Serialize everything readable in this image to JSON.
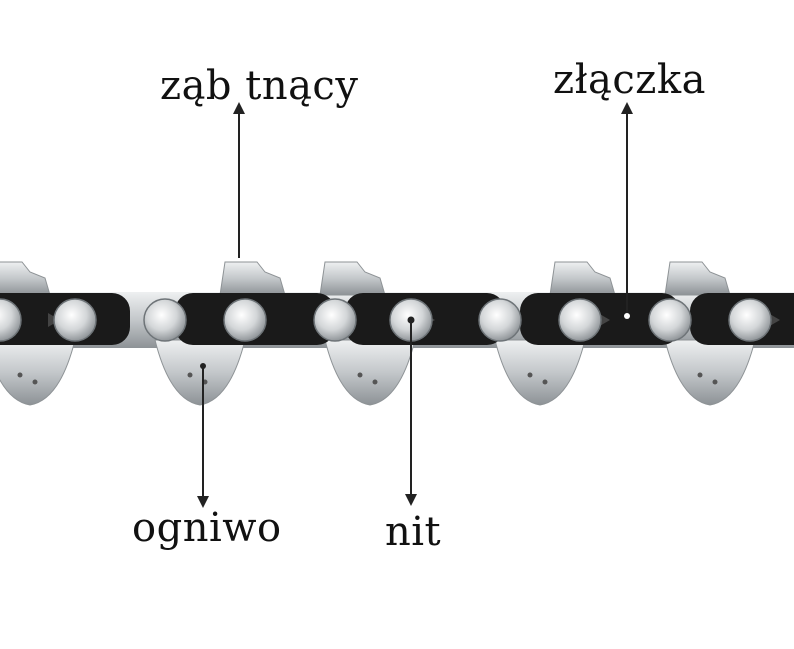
{
  "labels": {
    "cutting_tooth": "ząb tnący",
    "connector": "złączka",
    "drive_link": "ogniwo",
    "rivet": "nit"
  },
  "colors": {
    "background": "#ffffff",
    "text": "#111111",
    "chain_steel": "#c9ccce",
    "chain_steel_shade": "#8e9396",
    "side_plate": "#1a1a1a",
    "rivet_face": "#e6e8ea"
  }
}
